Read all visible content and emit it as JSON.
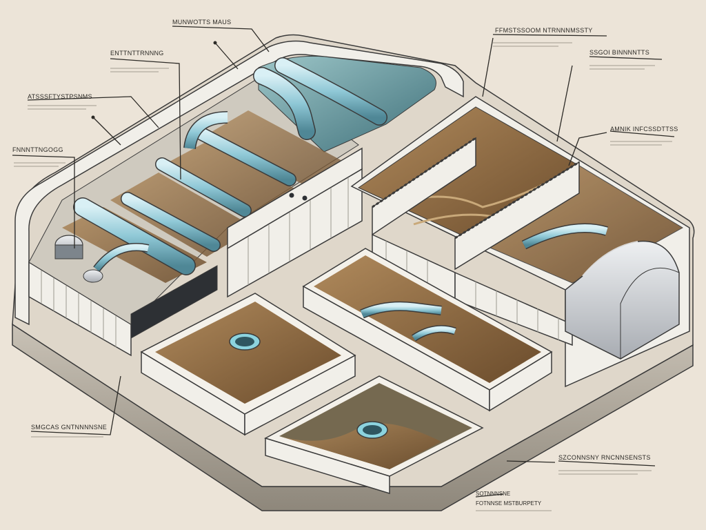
{
  "labels": {
    "l1": "MUNWOTTS MAUS",
    "l2": "ENTTNTTRNNNG",
    "l3": "ATSSSFTYSTPSNMS",
    "l4": "FNNNTTNGOGG",
    "l5": "FFMSTSSOOM NTRNNNMSSTY",
    "l6": "SSGOI BINNNNTTS",
    "l7": "AMNIK INFCSSDTTSS",
    "l8": "SMGCAS GNTNNNNSNE",
    "l9": "SZCONNSNY RNCNNSENSTS",
    "l10a": "SOTNNNSNE",
    "l10b": "FOTNNSE MSTBURPETY"
  },
  "colors": {
    "background": "#ece4d8",
    "water": "#5c8f97",
    "sludge": "#8a6a45",
    "pipe": "#8fc8d6",
    "wall": "#f1efe9",
    "outline": "#3a3a3a"
  }
}
